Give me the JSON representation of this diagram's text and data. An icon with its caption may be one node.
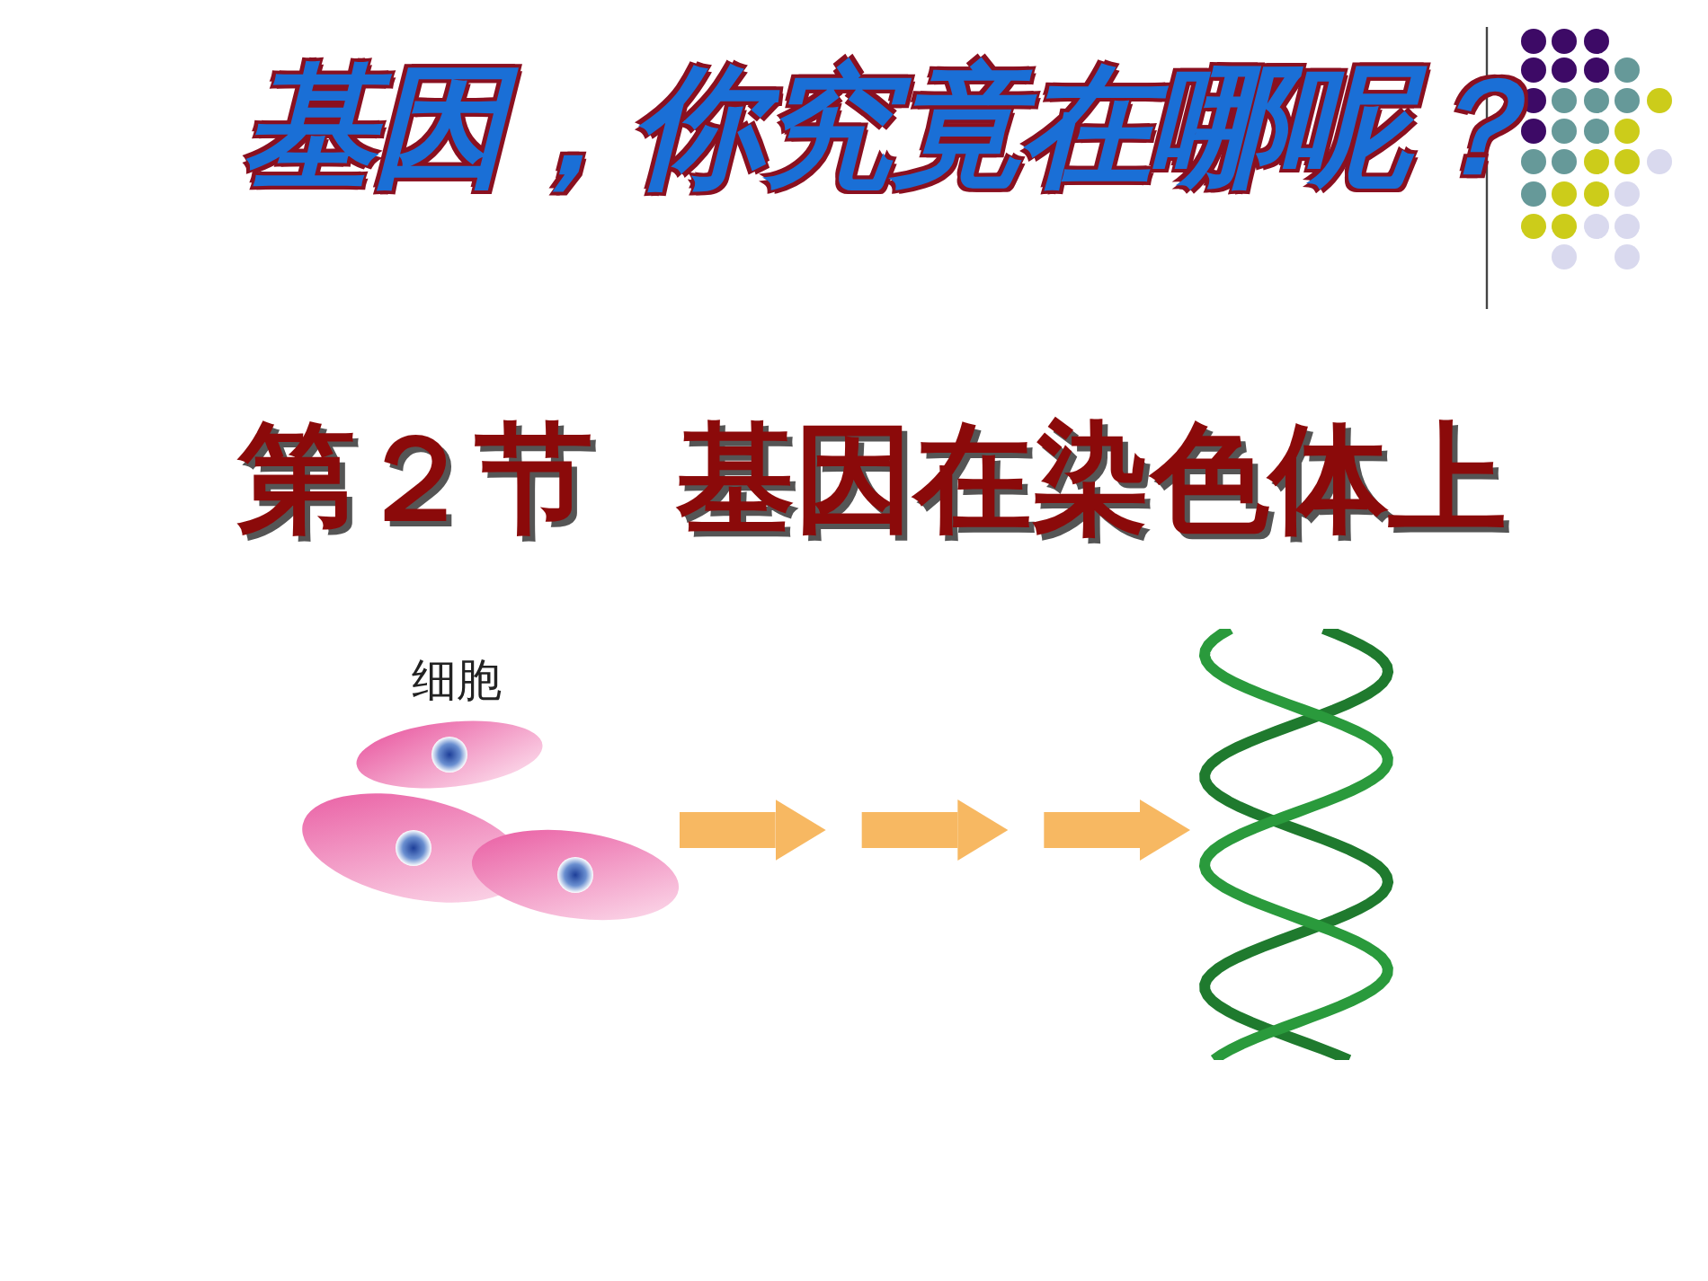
{
  "diagram": {
    "title": "基因，你究竟在哪呢？",
    "nodes": [
      {
        "text": [
          "细胞"
        ]
      },
      {
        "text": [],
        "shape": "picture"
      }
    ],
    "edges": [
      {
        "from": 0,
        "to": 1,
        "arrow": "to",
        "style": "dashed",
        "color": "#f7b862"
      }
    ],
    "labels": [
      "第２节  基因在染色体上"
    ]
  }
}
